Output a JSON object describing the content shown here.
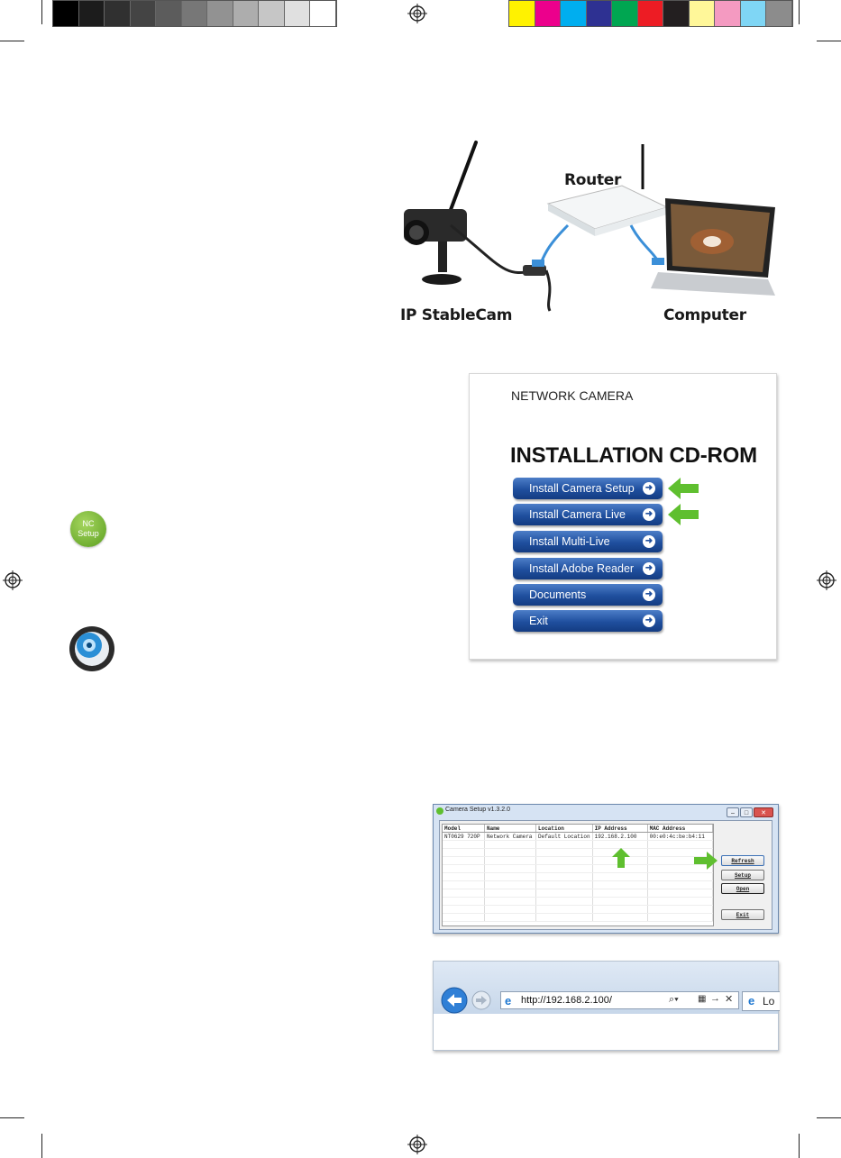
{
  "colors": {
    "grayscale_bar": [
      "#000000",
      "#1c1c1c",
      "#303030",
      "#444444",
      "#5c5c5c",
      "#777777",
      "#929292",
      "#adadad",
      "#c6c6c6",
      "#e0e0e0",
      "#ffffff"
    ],
    "cmyk_bar": [
      "#fff200",
      "#ec008c",
      "#00aeef",
      "#2e3192",
      "#00a651",
      "#ed1c24",
      "#231f20",
      "#fff799",
      "#f49ac1",
      "#7fd6f5",
      "#8c8c8c"
    ],
    "arrow_green": "#5fbf2f",
    "button_blue": "#1f4f9e"
  },
  "diagram": {
    "router_label": "Router",
    "camera_label": "IP StableCam",
    "computer_label": "Computer"
  },
  "cd_menu": {
    "subtitle": "NETWORK CAMERA",
    "title": "INSTALLATION CD-ROM",
    "buttons": [
      {
        "label": "Install Camera Setup"
      },
      {
        "label": "Install Camera Live"
      },
      {
        "label": "Install Multi-Live"
      },
      {
        "label": "Install Adobe Reader"
      },
      {
        "label": "Documents"
      },
      {
        "label": "Exit"
      }
    ]
  },
  "icons": {
    "nc_setup_text": "NC Setup",
    "nc_setup_line1": "NC",
    "nc_setup_line2": "Setup"
  },
  "camera_setup": {
    "title": "Camera Setup v1.3.2.0",
    "columns": [
      "Model",
      "Name",
      "Location",
      "IP Address",
      "MAC Address"
    ],
    "rows": [
      [
        "NT0629 720P",
        "Network Camera",
        "Default Location",
        "192.168.2.100",
        "00:e0:4c:be:b4:11"
      ]
    ],
    "buttons": {
      "refresh": "Refresh",
      "setup": "Setup",
      "open": "Open",
      "exit": "Exit"
    }
  },
  "browser": {
    "url": "http://192.168.2.100/",
    "tab_label": "Lo"
  }
}
